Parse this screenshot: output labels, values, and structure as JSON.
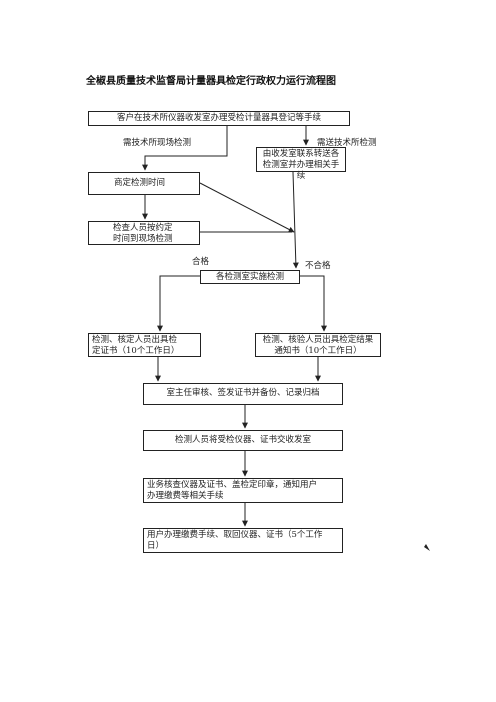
{
  "title": "全椒县质量技术监督局计量器具检定行政权力运行流程图",
  "nodes": {
    "register": "客户在技术所仪器收发室办理受检计量器具登记等手续",
    "contact_line1": "由收发室联系转送各",
    "contact_line2": "检测室并办理相关手续",
    "schedule": "商定检测时间",
    "onsite_line1": "检查人员按约定",
    "onsite_line2": "时间到现场检测",
    "test": "各检测室实施检测",
    "cert_line1": "检测、核定人员出具检",
    "cert_line2": "定证书（10个工作日）",
    "notice_line1": "检测、核验人员出具检定结果",
    "notice_line2": "通知书（10个工作日）",
    "review": "室主任审核、签发证书并备份、记录归档",
    "handover": "检测人员将受检仪器、证书交收发室",
    "process_line1": "业务核查仪器及证书、盖检定印章，通知用户",
    "process_line2": "办理缴费等相关手续",
    "pickup_line1": "用户办理缴费手续、取回仪器、证书（5个工作",
    "pickup_line2": "日）"
  },
  "labels": {
    "field_test": "需技术所现场检测",
    "send_test": "需送技术所检测",
    "pass": "合格",
    "fail": "不合格"
  }
}
